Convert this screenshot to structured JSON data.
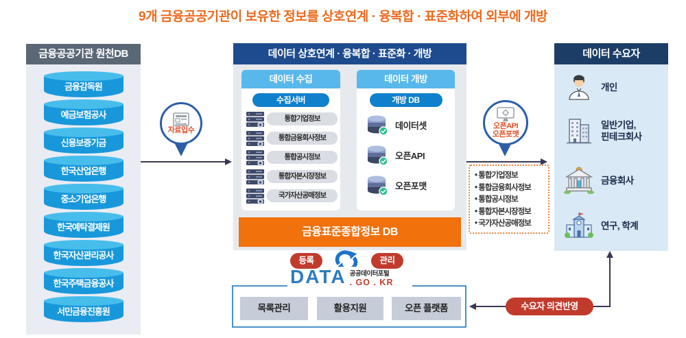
{
  "title": "9개 금융공공기관이 보유한 정보를  상호연계 · 융복합 · 표준화하여 외부에 개방",
  "source_panel": {
    "header": "금융공공기관 원천DB",
    "institutions": [
      "금융감독원",
      "예금보험공사",
      "신용보증기금",
      "한국산업은행",
      "중소기업은행",
      "한국예탁결제원",
      "한국자산관리공사",
      "한국주택금융공사",
      "서민금융진흥원"
    ]
  },
  "ingest_flow": {
    "label": "자료입수"
  },
  "process_panel": {
    "header": "데이터 상호연계 · 융복합 · 표준화 · 개방",
    "collect": {
      "header": "데이터 수집",
      "server_badge": "수집서버",
      "servers": [
        "통합기업정보",
        "통합금융회사정보",
        "통합공시정보",
        "통합자본시장정보",
        "국가자산공매정보"
      ]
    },
    "open": {
      "header": "데이터 개방",
      "db_badge": "개방 DB",
      "items": [
        "데이터셋",
        "오픈API",
        "오픈포맷"
      ]
    },
    "db_bar": "금융표준종합정보 DB"
  },
  "portal": {
    "register_label": "등록",
    "manage_label": "관리",
    "logo_main": "DATA",
    "logo_sub": "공공데이터포털",
    "logo_domain": ". GO . KR",
    "buttons": [
      "목록관리",
      "활용지원",
      "오픈 플랫폼"
    ]
  },
  "open_flow": {
    "label_line1": "오픈API",
    "label_line2": "오픈포맷"
  },
  "open_info_box": {
    "items": [
      "통합기업정보",
      "통합금융회사정보",
      "통합공시정보",
      "통합자본시장정보",
      "국가자산공매정보"
    ]
  },
  "consumer_panel": {
    "header": "데이터 수요자",
    "consumers": [
      {
        "icon": "person-icon",
        "label": "개인"
      },
      {
        "icon": "company-icon",
        "label": "일반기업,\n핀테크회사"
      },
      {
        "icon": "bank-icon",
        "label": "금융회사"
      },
      {
        "icon": "school-icon",
        "label": "연구, 학계"
      }
    ]
  },
  "feedback": {
    "label": "수요자 의견반영"
  },
  "icons": {
    "newspaper-icon": "document glyph inside 자료입수 circle",
    "monitor-gear-icon": "monitor with gear inside 오픈API/오픈포맷 circle",
    "server-icon": "rack server with gear",
    "database-check-icon": "stacked database cylinder with green check",
    "sync-icon": "two blue circular arrows between 등록 and 관리",
    "person-icon": "individual consumer",
    "company-icon": "general company / fintech",
    "bank-icon": "financial company",
    "school-icon": "research / academia"
  },
  "colors": {
    "title": "#ED6A1E",
    "source_header_bg": "#5A6775",
    "cylinder": "#1898DB",
    "cylinder_top": "#47BDEC",
    "process_header_bg": "#1E4B8E",
    "subpanel_header_bg": "#58B7EB",
    "badge_bg": "#0F80CB",
    "db_bar_bg": "#F1710D",
    "red_pill_bg": "#C13B2D",
    "consumer_header_bg": "#1C3E66",
    "consumer_body_bg": "#D9E9F6",
    "arrow": "#3B3655",
    "portal_logo_blue": "#2F7CC0",
    "dashed_border": "#F0813A"
  }
}
